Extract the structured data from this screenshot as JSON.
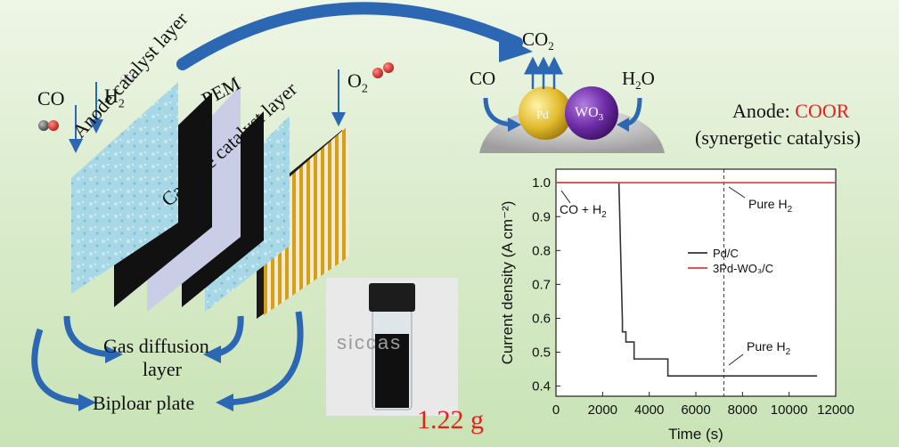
{
  "colors": {
    "accent_red": "#e5211b",
    "arrow_blue": "#2c67b4",
    "pd_gold": "#d8b52a",
    "wo3_purple": "#6a2aa0"
  },
  "fuel_cell": {
    "inputs": {
      "co": "CO",
      "h2": "H",
      "h2_sub": "2",
      "o2": "O",
      "o2_sub": "2"
    },
    "layers": {
      "anode": "Anode catalyst layer",
      "pem": "PEM",
      "cathode": "Cathode catalyst layer"
    },
    "labels": {
      "gdl_line1": "Gas diffusion",
      "gdl_line2": "layer",
      "plate": "Biploar plate"
    }
  },
  "reaction": {
    "co2": "CO",
    "co2_sub": "2",
    "co": "CO",
    "h2o_a": "H",
    "h2o_sub": "2",
    "h2o_b": "O",
    "pd": "Pd",
    "wo3": "WO",
    "wo3_sub": "3"
  },
  "anode_info": {
    "prefix": "Anode: ",
    "reaction": "COOR",
    "line2": "(synergetic catalysis)"
  },
  "photo": {
    "mass": "1.22 g",
    "label_text": "siccas"
  },
  "chart_data": {
    "type": "line",
    "xlabel": "Time (s)",
    "ylabel": "Current density (A cm⁻²)",
    "xlim": [
      0,
      12000
    ],
    "ylim": [
      0.37,
      1.04
    ],
    "xticks": [
      0,
      2000,
      4000,
      6000,
      8000,
      10000,
      12000
    ],
    "yticks": [
      0.4,
      0.5,
      0.6,
      0.7,
      0.8,
      0.9,
      1.0
    ],
    "ytick_labels": [
      "0.4",
      "0.5",
      "0.6",
      "0.7",
      "0.8",
      "0.9",
      "1.0"
    ],
    "vline_x": 7200,
    "legend_position": "center-right",
    "series": [
      {
        "name": "Pd/C",
        "color": "#333333",
        "x": [
          0,
          2700,
          2850,
          2850,
          3000,
          3000,
          3050,
          3050,
          3350,
          3350,
          4800,
          4800,
          11200
        ],
        "y": [
          1.0,
          1.0,
          0.59,
          0.56,
          0.56,
          0.53,
          0.53,
          0.53,
          0.53,
          0.48,
          0.48,
          0.43,
          0.43
        ]
      },
      {
        "name": "3Pd-WO₃/C",
        "color": "#e53935",
        "x": [
          0,
          12000
        ],
        "y": [
          1.0,
          1.0
        ]
      }
    ],
    "annotations": {
      "co_h2": "CO + H",
      "co_h2_sub": "2",
      "pure_h2_top": "Pure H",
      "pure_h2_bottom": "Pure H",
      "h2_sub": "2"
    }
  }
}
